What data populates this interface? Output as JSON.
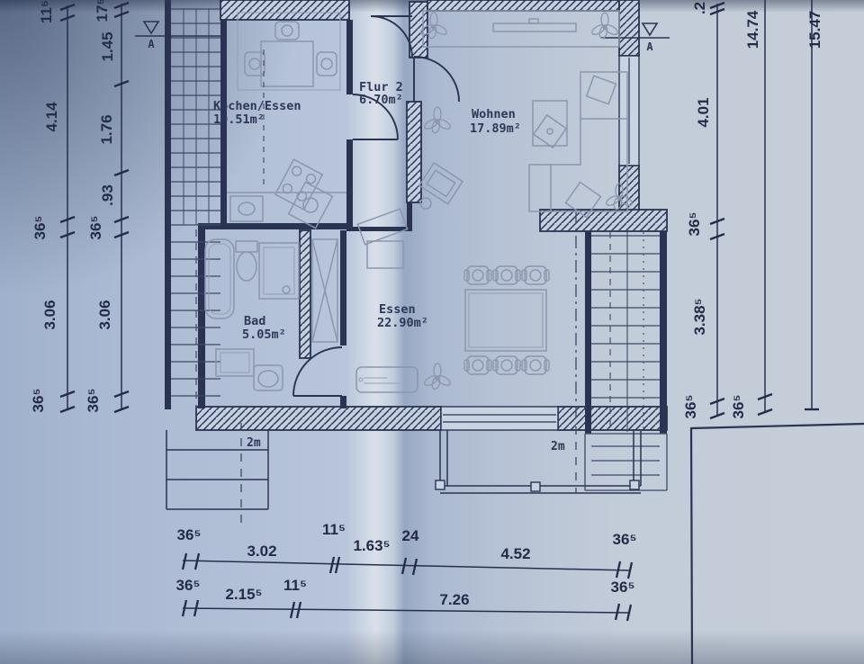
{
  "rooms": [
    {
      "name": "Kochen/Essen",
      "area": "10.51m²"
    },
    {
      "name": "Flur 2",
      "area": "6.70m²"
    },
    {
      "name": "Wohnen",
      "area": "17.89m²"
    },
    {
      "name": "Bad",
      "area": "5.05m²"
    },
    {
      "name": "Essen",
      "area": "22.90m²"
    }
  ],
  "markers": {
    "section": "A",
    "height_line_left": "2m",
    "height_line_right": "2m"
  },
  "dimensions": {
    "left_outer": [
      "11⁵",
      "4.14",
      "36⁵",
      "3.06",
      "36⁵"
    ],
    "left_inner": [
      "17⁵",
      "1.45",
      "1.76",
      ".93",
      "36⁵",
      "3.06",
      "36⁵"
    ],
    "right_inner": [
      ".2",
      "4.01",
      "36⁵",
      "3.38⁵",
      "36⁵"
    ],
    "right_mid": [
      "14.74",
      "36⁵"
    ],
    "right_outer": [
      "15.47"
    ],
    "bottom_row1": [
      "36⁵",
      "3.02",
      "11⁵",
      "1.63⁵",
      "24",
      "4.52",
      "36⁵"
    ],
    "bottom_row2": [
      "36⁵",
      "2.15⁵",
      "11⁵",
      "7.26",
      "36⁵"
    ]
  },
  "colors": {
    "paper": "#b6c3d9",
    "ink": "#2b3352",
    "furniture": "#8b96ae"
  }
}
